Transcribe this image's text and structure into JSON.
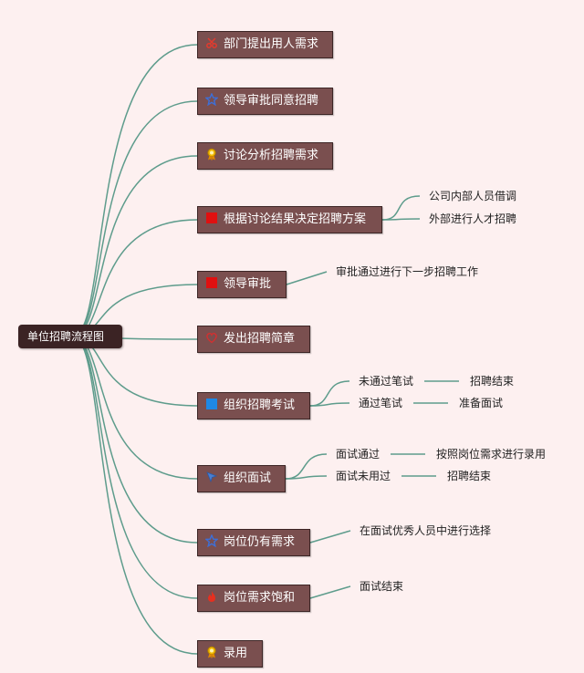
{
  "root": {
    "label": "单位招聘流程图"
  },
  "colors": {
    "background": "#fdf0f0",
    "node": "#7a4f4f",
    "link": "#5e9c8c",
    "root": "#3b2324"
  },
  "steps": [
    {
      "label": "部门提出用人需求",
      "icon": "scissors-icon"
    },
    {
      "label": "领导审批同意招聘",
      "icon": "star-icon"
    },
    {
      "label": "讨论分析招聘需求",
      "icon": "award-icon"
    },
    {
      "label": "根据讨论结果决定招聘方案",
      "icon": "red-square-icon",
      "children": [
        {
          "label": "公司内部人员借调"
        },
        {
          "label": "外部进行人才招聘"
        }
      ]
    },
    {
      "label": "领导审批",
      "icon": "red-square-icon",
      "children": [
        {
          "label": "审批通过进行下一步招聘工作"
        }
      ]
    },
    {
      "label": "发出招聘简章",
      "icon": "heart-icon"
    },
    {
      "label": "组织招聘考试",
      "icon": "blue-square-icon",
      "children": [
        {
          "label": "未通过笔试",
          "next": "招聘结束"
        },
        {
          "label": "通过笔试",
          "next": "准备面试"
        }
      ]
    },
    {
      "label": "组织面试",
      "icon": "cursor-icon",
      "children": [
        {
          "label": "面试通过",
          "next": "按照岗位需求进行录用"
        },
        {
          "label": "面试未用过",
          "next": "招聘结束"
        }
      ]
    },
    {
      "label": "岗位仍有需求",
      "icon": "star-icon",
      "children": [
        {
          "label": "在面试优秀人员中进行选择"
        }
      ]
    },
    {
      "label": "岗位需求饱和",
      "icon": "flame-icon",
      "children": [
        {
          "label": "面试结束"
        }
      ]
    },
    {
      "label": "录用",
      "icon": "award-icon"
    }
  ]
}
